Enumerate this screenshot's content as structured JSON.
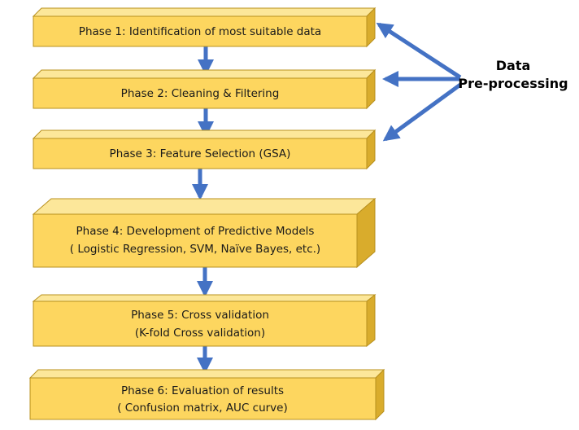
{
  "colors": {
    "box_front": "#FDD65F",
    "box_top": "#FCE79A",
    "box_side": "#D9AC2C",
    "box_border": "#B8901E",
    "arrow": "#4472C4"
  },
  "phases": [
    {
      "line1": "Phase 1: Identification of most suitable data",
      "line2": ""
    },
    {
      "line1": "Phase 2: Cleaning & Filtering",
      "line2": ""
    },
    {
      "line1": "Phase 3: Feature Selection (GSA)",
      "line2": ""
    },
    {
      "line1": "Phase 4: Development of Predictive Models",
      "line2": "( Logistic Regression, SVM, Naïve Bayes, etc.)"
    },
    {
      "line1": "Phase 5: Cross validation",
      "line2": "(K-fold Cross validation)"
    },
    {
      "line1": "Phase 6: Evaluation of results",
      "line2": "( Confusion matrix, AUC curve)"
    }
  ],
  "side_label": {
    "line1": "Data",
    "line2": "Pre-processing"
  }
}
